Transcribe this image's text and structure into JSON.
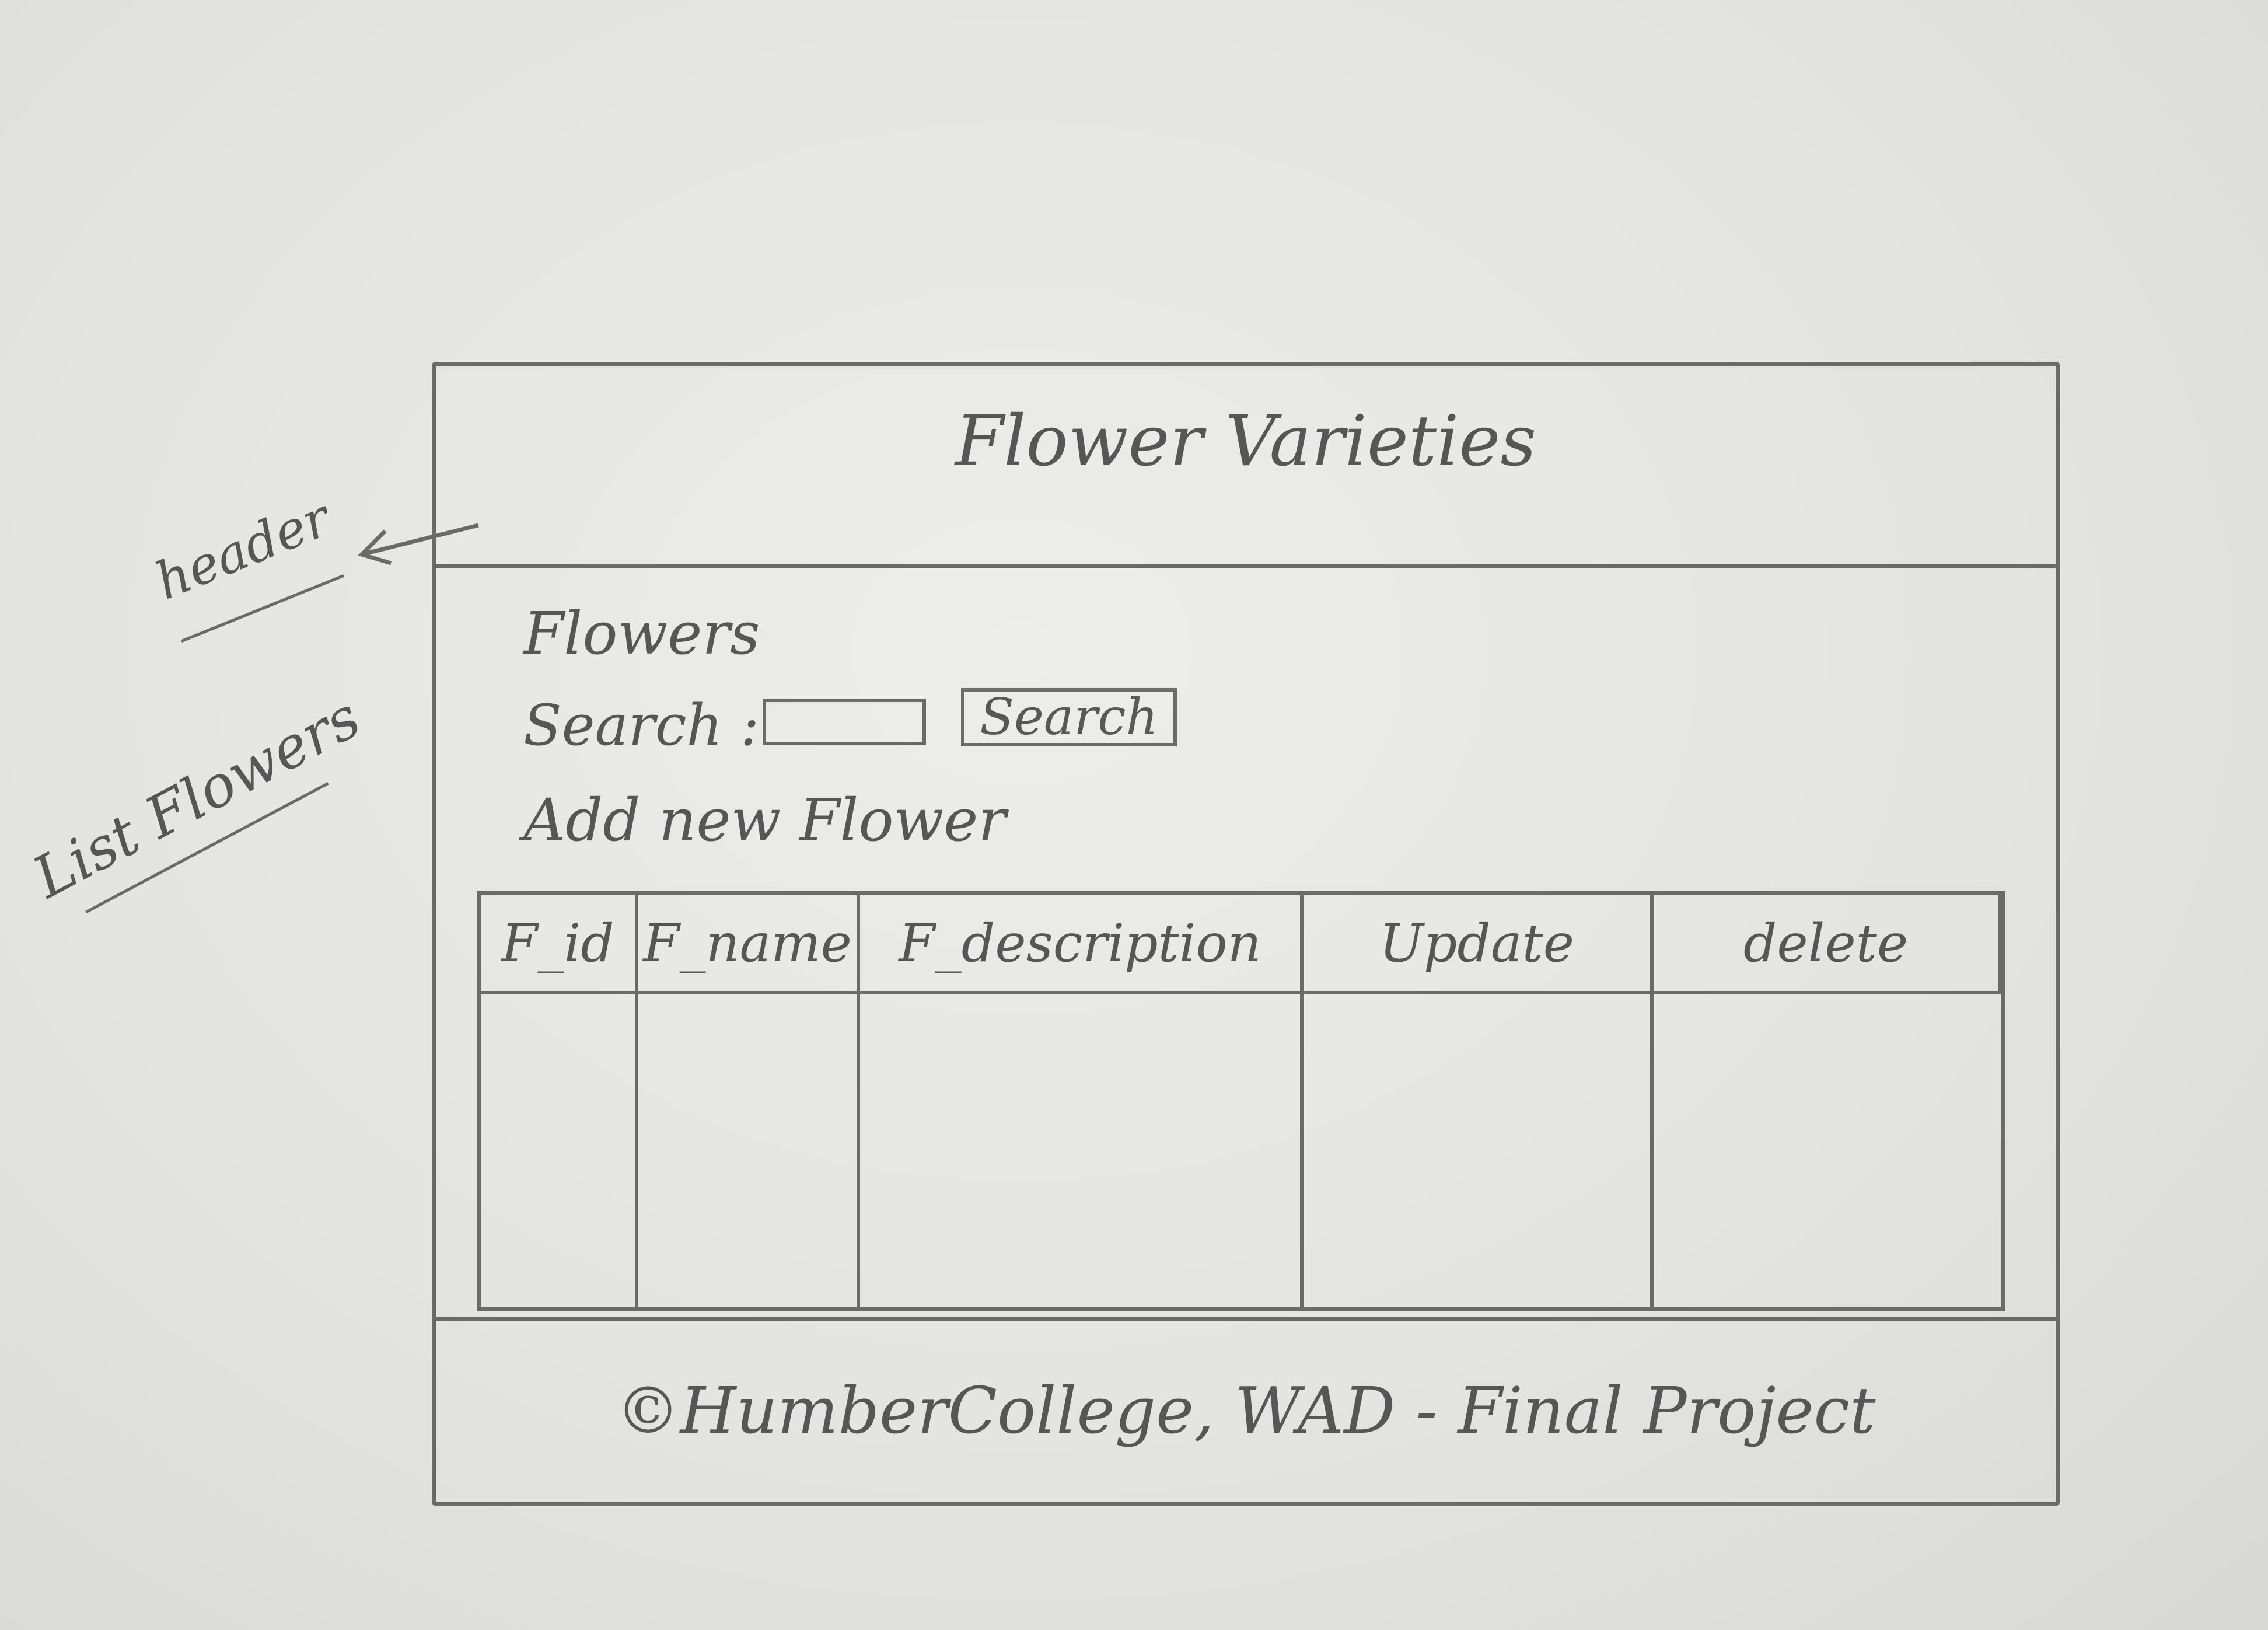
{
  "annotations": {
    "header_note": "header",
    "list_note": "List Flowers"
  },
  "header": {
    "title": "Flower Varieties"
  },
  "main": {
    "section_title": "Flowers",
    "search_label": "Search :",
    "search_button": "Search",
    "add_link": "Add new Flower",
    "table": {
      "columns": [
        "F_id",
        "F_name",
        "F_description",
        "Update",
        "delete"
      ]
    }
  },
  "footer": {
    "text": "©HumberCollege, WAD - Final Project"
  }
}
